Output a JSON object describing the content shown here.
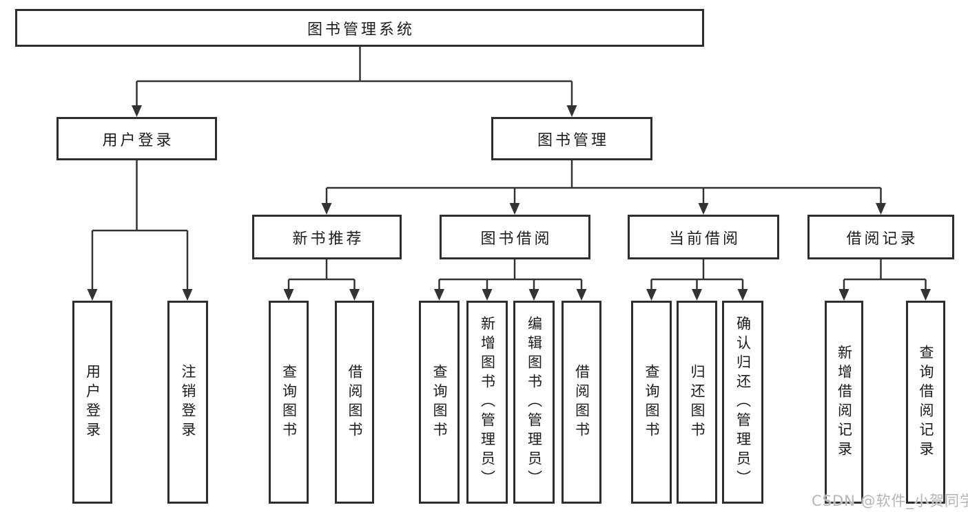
{
  "diagram": {
    "root": {
      "label": "图书管理系统"
    },
    "branches": [
      {
        "label": "用户登录",
        "leaves": [
          {
            "label": "用户登录"
          },
          {
            "label": "注销登录"
          }
        ]
      },
      {
        "label": "图书管理",
        "groups": [
          {
            "label": "新书推荐",
            "leaves": [
              {
                "label": "查询图书"
              },
              {
                "label": "借阅图书"
              }
            ]
          },
          {
            "label": "图书借阅",
            "leaves": [
              {
                "label": "查询图书"
              },
              {
                "label": "新增图书（管理员）"
              },
              {
                "label": "编辑图书（管理员）"
              },
              {
                "label": "借阅图书"
              }
            ]
          },
          {
            "label": "当前借阅",
            "leaves": [
              {
                "label": "查询图书"
              },
              {
                "label": "归还图书"
              },
              {
                "label": "确认归还（管理员）"
              }
            ]
          },
          {
            "label": "借阅记录",
            "leaves": [
              {
                "label": "新增借阅记录"
              },
              {
                "label": "查询借阅记录"
              }
            ]
          }
        ]
      }
    ]
  },
  "watermark": {
    "text": "CSDN @软件_小贺同学"
  },
  "colors": {
    "background": "#ffffff",
    "box_border": "#2d2d2d",
    "connector_line": "#333333",
    "text": "#1c1c1c",
    "watermark_text": "#b5b5b5"
  }
}
